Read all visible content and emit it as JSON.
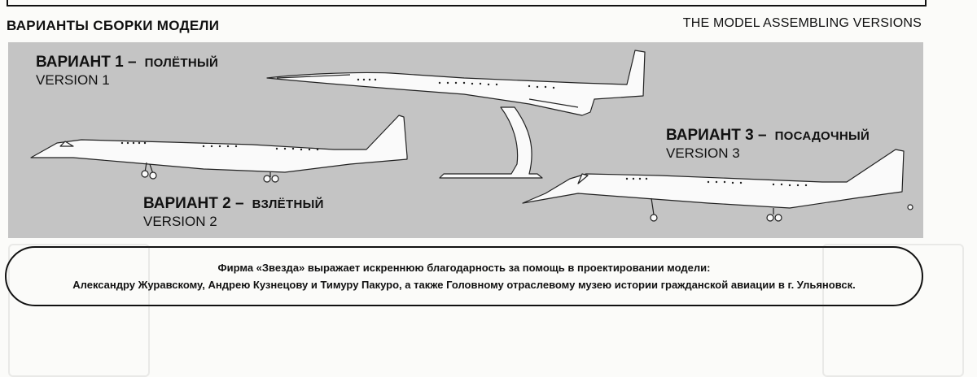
{
  "header": {
    "title_ru": "ВАРИАНТЫ СБОРКИ МОДЕЛИ",
    "title_en": "THE MODEL ASSEMBLING VERSIONS"
  },
  "versions": [
    {
      "label_ru": "ВАРИАНТ 1 –",
      "mode_ru": "ПОЛЁТНЫЙ",
      "label_en": "VERSION 1"
    },
    {
      "label_ru": "ВАРИАНТ 2 –",
      "mode_ru": "ВЗЛЁТНЫЙ",
      "label_en": "VERSION 2"
    },
    {
      "label_ru": "ВАРИАНТ 3 –",
      "mode_ru": "ПОСАДОЧНЫЙ",
      "label_en": "VERSION 3"
    }
  ],
  "credits": {
    "line1": "Фирма «Звезда» выражает искреннюю благодарность  за помощь в проектировании модели:",
    "line2": "Александру Журавскому, Андрею Кузнецову и Тимуру Пакуро, а также Головному отраслевому музею истории гражданской авиации в г. Ульяновск."
  },
  "colors": {
    "panel": "#c4c4c4",
    "aircraft": "#fafafa",
    "outline": "#222222"
  }
}
